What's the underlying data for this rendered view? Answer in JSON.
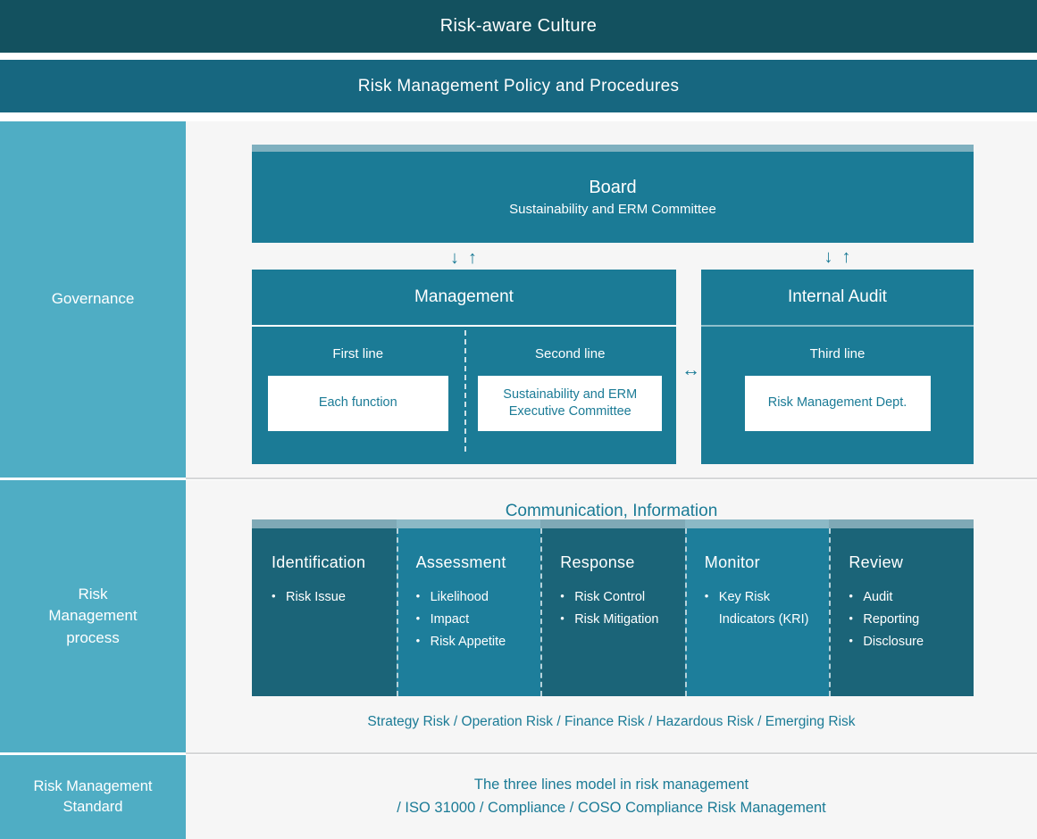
{
  "bands": {
    "culture": "Risk-aware Culture",
    "policy": "Risk Management Policy and Procedures"
  },
  "sidebar": {
    "governance": "Governance",
    "process": "Risk\nManagement\nprocess",
    "process_line1": "Risk",
    "process_line2": "Management",
    "process_line3": "process",
    "standard_line1": "Risk Management",
    "standard_line2": "Standard"
  },
  "governance": {
    "board": {
      "title": "Board",
      "subtitle": "Sustainability and ERM Committee"
    },
    "arrow_down": "↓",
    "arrow_up": "↑",
    "double_arrow": "↔",
    "management": {
      "title": "Management",
      "cells": [
        {
          "label": "First line",
          "box": "Each function"
        },
        {
          "label": "Second line",
          "box": "Sustainability and ERM\nExecutive Committee",
          "box_line1": "Sustainability and ERM",
          "box_line2": "Executive Committee"
        }
      ]
    },
    "internal_audit": {
      "title": "Internal Audit",
      "cells": [
        {
          "label": "Third line",
          "box": "Risk Management Dept."
        }
      ]
    }
  },
  "process": {
    "communication_title": "Communication, Information",
    "columns": [
      {
        "head": "Identification",
        "tone": "dark",
        "items": [
          "Risk Issue"
        ]
      },
      {
        "head": "Assessment",
        "tone": "light",
        "items": [
          "Likelihood",
          "Impact",
          "Risk Appetite"
        ]
      },
      {
        "head": "Response",
        "tone": "dark",
        "items": [
          "Risk Control",
          "Risk Mitigation"
        ]
      },
      {
        "head": "Monitor",
        "tone": "light",
        "items": [
          "Key Risk Indicators (KRI)"
        ]
      },
      {
        "head": "Review",
        "tone": "dark",
        "items": [
          "Audit",
          "Reporting",
          "Disclosure"
        ]
      }
    ],
    "risk_types": "Strategy Risk / Operation Risk / Finance Risk / Hazardous Risk / Emerging Risk"
  },
  "standard": {
    "line1": "The three lines model in risk management",
    "line2": "/ ISO 31000 / Compliance / COSO Compliance Risk Management"
  },
  "colors": {
    "culture_band": "#13515F",
    "policy_band": "#176780",
    "sidebar": "#4FADC4",
    "panel_bg": "#F6F6F6",
    "teal": "#1B7B96",
    "process_dark": "#1B6478",
    "process_light": "#1D7E9B",
    "cap_light": "#7FB0BF"
  }
}
